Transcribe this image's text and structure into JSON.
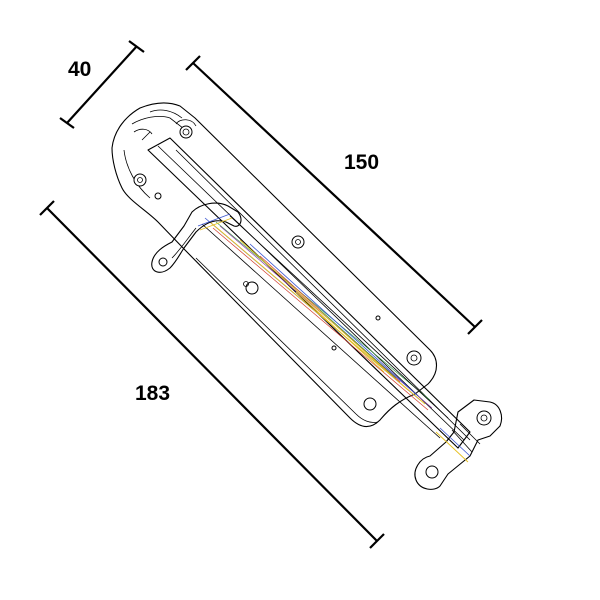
{
  "dimensions": {
    "width_label": "40",
    "plate_length_label": "150",
    "overall_length_label": "183"
  }
}
